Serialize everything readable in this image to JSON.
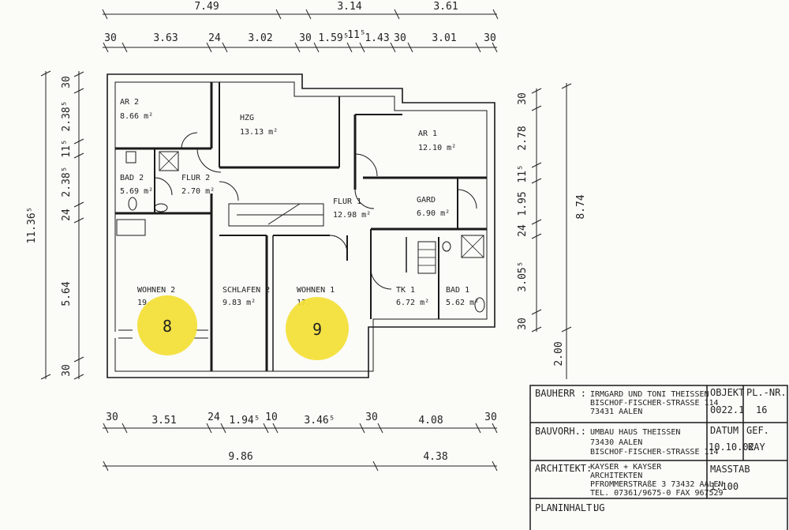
{
  "dims": {
    "top_row1": [
      "7.49",
      "3.14",
      "3.61"
    ],
    "top_row2": [
      "30",
      "3.63",
      "24",
      "3.02",
      "30",
      "1.59⁵",
      "11⁵",
      "1.43",
      "30",
      "3.01",
      "30"
    ],
    "bottom_row1": [
      "30",
      "3.51",
      "24",
      "1.94⁵",
      "10",
      "3.46⁵",
      "30",
      "4.08",
      "30"
    ],
    "bottom_row2": [
      "9.86",
      "4.38"
    ],
    "left_inner": [
      "30",
      "2.38⁵",
      "11⁵",
      "2.38⁵",
      "24",
      "5.64",
      "30"
    ],
    "left_total": "11.36⁵",
    "right_inner": [
      "30",
      "2.78",
      "11⁵",
      "1.95",
      "24",
      "3.05⁵",
      "30"
    ],
    "right_total": "8.74",
    "right_lower": "2.00"
  },
  "rooms": [
    {
      "name": "AR 2",
      "area": "8.66 m²"
    },
    {
      "name": "HZG",
      "area": "13.13 m²"
    },
    {
      "name": "AR 1",
      "area": "12.10 m²"
    },
    {
      "name": "BAD 2",
      "area": "5.69 m²"
    },
    {
      "name": "FLUR 2",
      "area": "2.70 m²"
    },
    {
      "name": "FLUR 1",
      "area": "12.98 m²"
    },
    {
      "name": "GARD",
      "area": "6.90 m²"
    },
    {
      "name": "WOHNEN 2",
      "area": "19."
    },
    {
      "name": "SCHLAFEN 2",
      "area": "9.83 m²"
    },
    {
      "name": "WOHNEN 1",
      "area": "17."
    },
    {
      "name": "TK 1",
      "area": "6.72 m²"
    },
    {
      "name": "BAD 1",
      "area": "5.62 m²"
    }
  ],
  "markers": [
    {
      "label": "8",
      "color": "#f3e034"
    },
    {
      "label": "9",
      "color": "#f3e034"
    }
  ],
  "titleblock": {
    "bauherr_label": "BAUHERR :",
    "bauherr_lines": [
      "IRMGARD UND TONI THEISSEN",
      "BISCHOF-FISCHER-STRASSE  114",
      "73431 AALEN"
    ],
    "objekt_label": "OBJEKT",
    "objekt_value": "0022.1",
    "plnr_label": "PL.-NR.",
    "plnr_value": "16",
    "bauvorh_label": "BAUVORH.:",
    "bauvorh_lines": [
      "UMBAU HAUS THEISSEN",
      "73430 AALEN",
      "BISCHOF-FISCHER-STRASSE  114"
    ],
    "datum_label": "DATUM",
    "datum_value": "10.10.02",
    "gef_label": "GEF.",
    "gef_value": "KAY",
    "architekt_label": "ARCHITEKT:",
    "architekt_lines": [
      "KAYSER + KAYSER",
      "ARCHITEKTEN",
      "PFROMMERSTRAßE 3 73432 AALEN",
      "TEL. 07361/9675-0     FAX 967529"
    ],
    "masstab_label": "MASSTAB",
    "masstab_value": "1:100",
    "planinhalt_label": "PLANINHALT:",
    "planinhalt_value": "UG"
  }
}
